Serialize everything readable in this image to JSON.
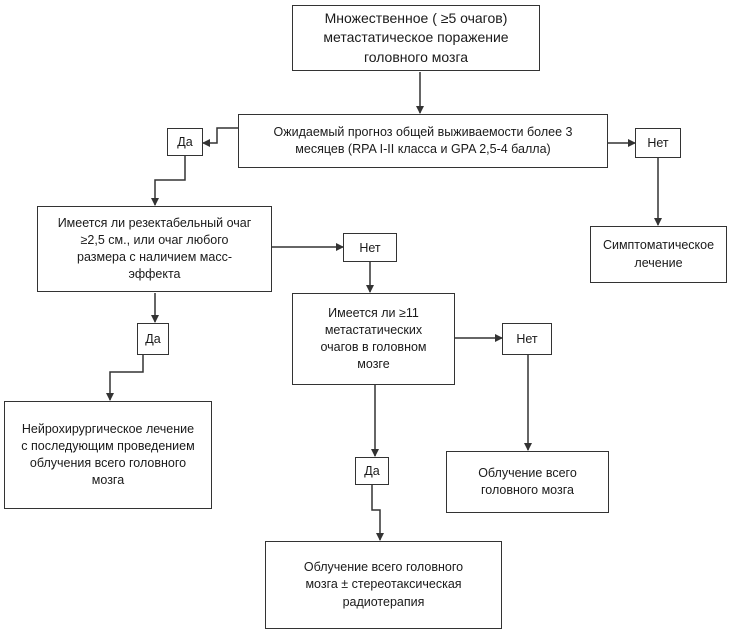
{
  "nodes": {
    "start": "Множественное ( ≥5 очагов)\nметастатическое поражение\nголовного мозга",
    "prognosis": "Ожидаемый прогноз общей выживаемости более 3\nмесяцев (RPA I-II класса и GPA 2,5-4 балла)",
    "resectable": "Имеется ли резектабельный очаг\n≥2,5 см., или очаг любого\nразмера с наличием масс-\nэффекта",
    "symptomatic": "Симптоматическое\nлечение",
    "eleven": "Имеется ли ≥11\nметастатических\nочагов в головном\nмозге",
    "neurosurgery": "Нейрохирургическое лечение\nс последующим проведением\nоблучения всего головного\nмозга",
    "wbrt": "Облучение всего\nголовного мозга",
    "wbrt_srs": "Облучение всего головного\nмозга ± стереотаксическая\nрадиотерапия"
  },
  "labels": {
    "yes": "Да",
    "no": "Нет"
  },
  "colors": {
    "line": "#333333",
    "box_border": "#333333",
    "text": "#1a1a1a"
  }
}
